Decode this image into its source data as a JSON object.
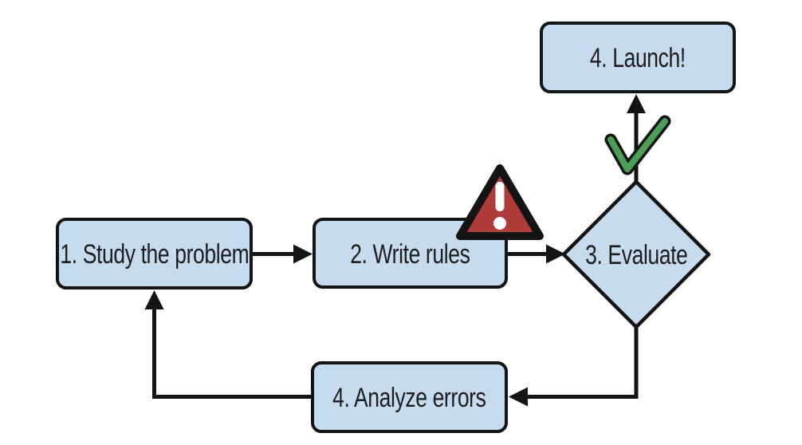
{
  "figure": {
    "type": "flowchart",
    "background": "#ffffff"
  },
  "palette": {
    "node_fill": "#c6dbee",
    "outline": "#141414",
    "text": "#1d1d1d",
    "warning_red": "#b03b3b",
    "warning_mark_white": "#ffffff",
    "check_green": "#4a9e55",
    "background": "#ffffff"
  },
  "nodes": {
    "study": {
      "label": "1. Study the problem",
      "shape": "rounded-rectangle"
    },
    "write": {
      "label": "2. Write rules",
      "shape": "rounded-rectangle"
    },
    "evaluate": {
      "label": "3. Evaluate",
      "shape": "diamond"
    },
    "launch": {
      "label": "4. Launch!",
      "shape": "rounded-rectangle"
    },
    "analyze": {
      "label": "4. Analyze errors",
      "shape": "rounded-rectangle"
    }
  },
  "icons": {
    "warning": {
      "name": "warning-triangle-icon",
      "attached_to": "write"
    },
    "check": {
      "name": "check-mark-icon",
      "attached_to": "evaluate-to-launch-arrow"
    }
  },
  "edges": [
    {
      "from": "study",
      "to": "write"
    },
    {
      "from": "write",
      "to": "evaluate"
    },
    {
      "from": "evaluate",
      "to": "launch"
    },
    {
      "from": "evaluate",
      "to": "analyze"
    },
    {
      "from": "analyze",
      "to": "study"
    }
  ]
}
